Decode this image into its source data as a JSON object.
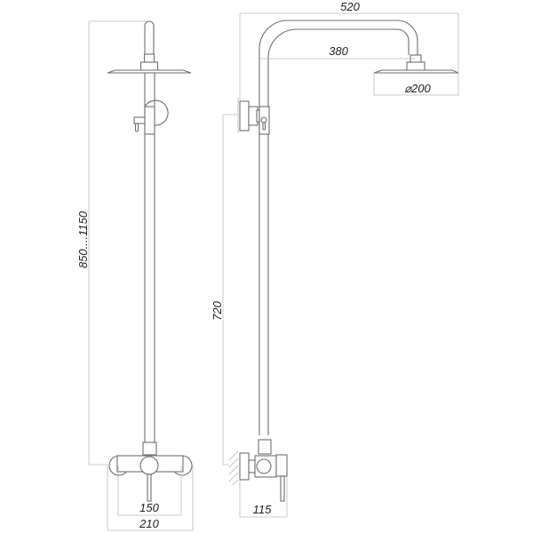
{
  "drawing": {
    "subject": "Shower column technical drawing",
    "views": [
      "front-view",
      "side-view"
    ],
    "colors": {
      "outline": "#6e6e6e",
      "dimension_line": "#bdbdbd",
      "text": "#222222"
    }
  },
  "front_view": {
    "dimensions": {
      "height_range": "850....1150",
      "inlet_spacing": "150",
      "mixer_width": "210"
    }
  },
  "side_view": {
    "dimensions": {
      "arm_total_length": "520",
      "arm_reach": "380",
      "head_diameter": "⌀200",
      "mixer_height": "720",
      "wall_projection": "115"
    }
  }
}
